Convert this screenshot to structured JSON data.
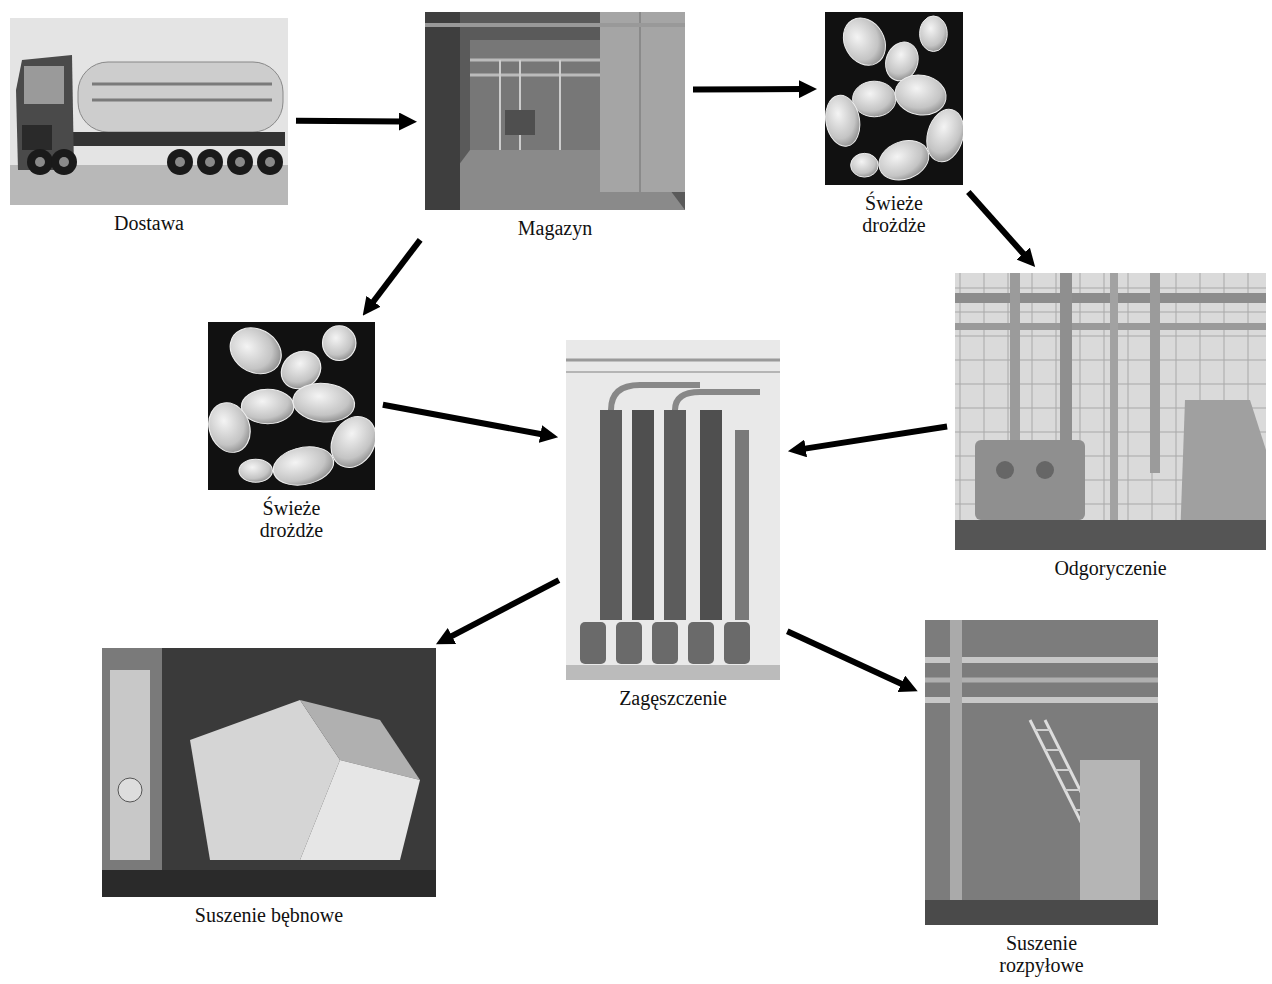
{
  "diagram": {
    "nodes": [
      {
        "text": [
          "Dostawa"
        ]
      },
      {
        "text": [
          "Magazyn"
        ]
      },
      {
        "text": [
          "Świeże drożdże"
        ]
      },
      {
        "text": [
          "Świeże drożdże"
        ]
      },
      {
        "text": [
          "Zagęszczenie"
        ]
      },
      {
        "text": [
          "Odgoryczenie"
        ]
      },
      {
        "text": [
          "Suszenie bębnowe"
        ]
      },
      {
        "text": [
          "Suszenie rozpyłowe"
        ]
      }
    ],
    "edges": [
      {
        "from": 0,
        "to": 1,
        "arrow": "to"
      },
      {
        "from": 1,
        "to": 2,
        "arrow": "to"
      },
      {
        "from": 2,
        "to": 5,
        "arrow": "to"
      },
      {
        "from": 1,
        "to": 3,
        "arrow": "to"
      },
      {
        "from": 3,
        "to": 4,
        "arrow": "to"
      },
      {
        "from": 5,
        "to": 4,
        "arrow": "to"
      },
      {
        "from": 4,
        "to": 6,
        "arrow": "to"
      },
      {
        "from": 4,
        "to": 7,
        "arrow": "to"
      }
    ]
  }
}
